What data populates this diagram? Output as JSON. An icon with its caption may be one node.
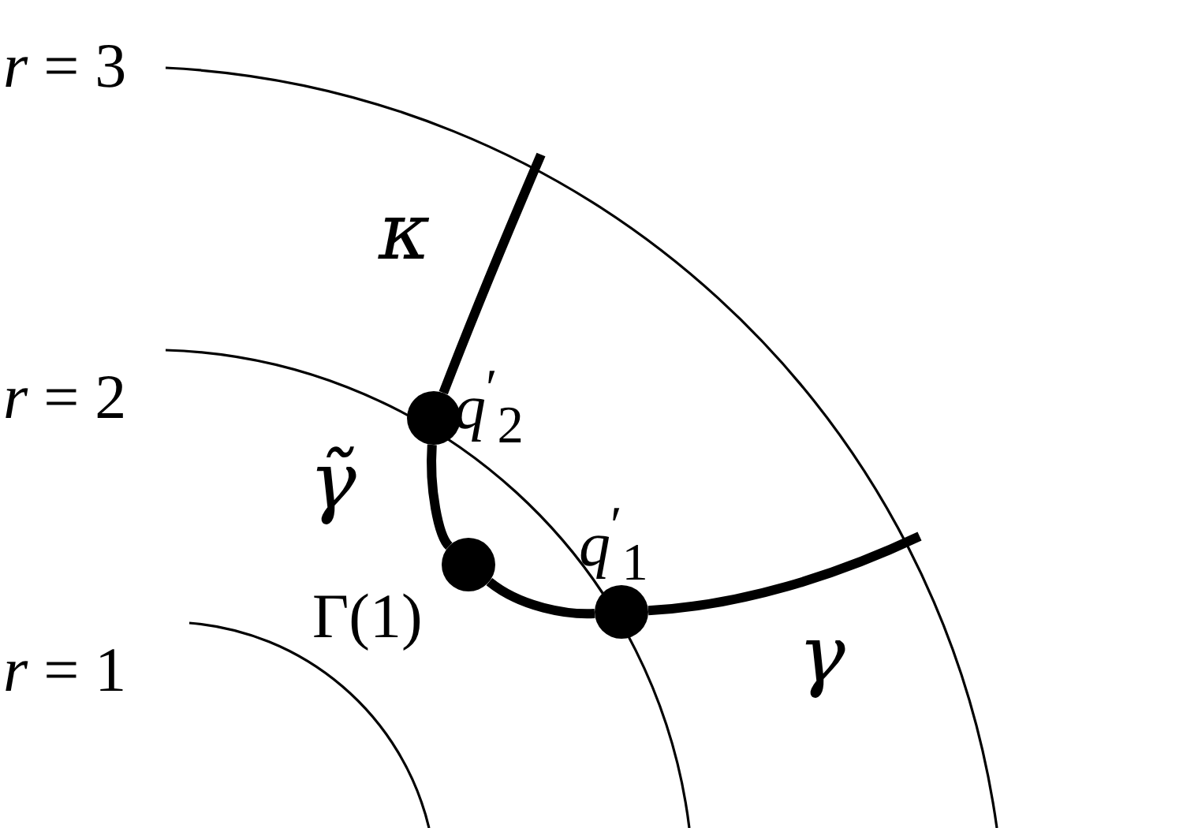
{
  "diagram": {
    "nodes": [
      {
        "text": [],
        "shape": "circle",
        "beside": [
          "*q*$^{′}$$_{2}$"
        ]
      },
      {
        "text": [],
        "shape": "circle",
        "beside": [
          "*q*$^{′}$$_{1}$"
        ]
      },
      {
        "text": [],
        "shape": "circle",
        "beside": [
          "Γ(1)"
        ]
      }
    ],
    "edges": [
      {
        "from": 0,
        "to": null,
        "arrow": "none",
        "label": "κ"
      },
      {
        "from": 0,
        "to": 2,
        "arrow": "none",
        "label": "γ̃"
      },
      {
        "from": 2,
        "to": 1,
        "arrow": "none"
      },
      {
        "from": 1,
        "to": null,
        "arrow": "none",
        "label": "γ"
      }
    ],
    "labels": [
      "*r* = 3",
      "*r* = 2",
      "*r* = 1"
    ]
  }
}
